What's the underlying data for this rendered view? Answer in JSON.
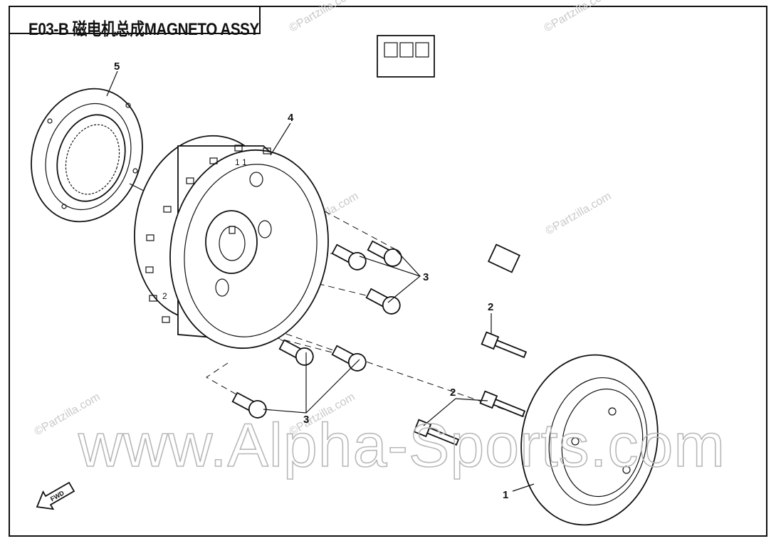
{
  "title": "E03-B 磁电机总成MAGNETO ASSY",
  "watermark_small": "©Partzilla.com",
  "watermark_large": "www.Alpha-Sports.com",
  "callouts": {
    "stator": "1",
    "bolt_stator": "2",
    "bolt_stator_lower": "2",
    "bolt_flywheel_upper": "3",
    "bolt_flywheel_lower": "3",
    "flywheel": "4",
    "one_way_clutch": "5"
  },
  "fwd_label": "FWD",
  "flywheel_marks": "1 1",
  "flywheel_marks_2": "2"
}
